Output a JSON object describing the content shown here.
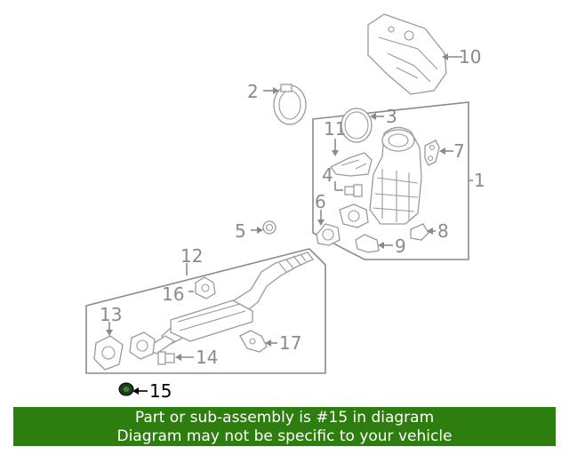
{
  "callouts": {
    "c1": "1",
    "c2": "2",
    "c3": "3",
    "c4": "4",
    "c5": "5",
    "c6": "6",
    "c7": "7",
    "c8": "8",
    "c9": "9",
    "c10": "10",
    "c11": "11",
    "c12": "12",
    "c13": "13",
    "c14": "14",
    "c15": "15",
    "c16": "16",
    "c17": "17"
  },
  "banner": {
    "line1": "Part or sub-assembly is #15 in diagram",
    "line2": "Diagram may not be specific to your vehicle"
  },
  "colors": {
    "banner_background": "#2e7d0f",
    "banner_text": "#ffffff",
    "line_art": "#8a8a8a",
    "highlighted_part": "#1a3d1a"
  },
  "highlighted_part": "15"
}
